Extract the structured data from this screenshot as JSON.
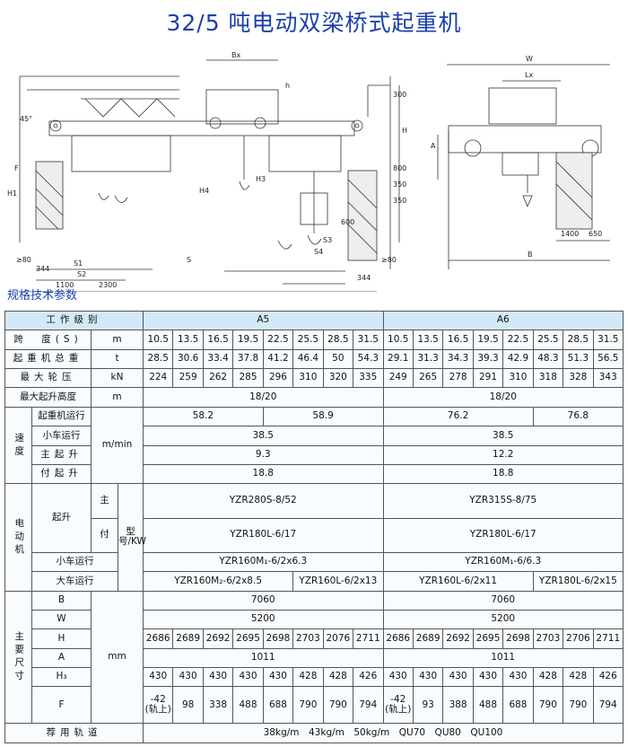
{
  "title": "32/5 吨电动双梁桥式起重机",
  "section_title": "规格技术参数",
  "drawing_labels": {
    "bx": "Bx",
    "h_small": "h",
    "d300": "300",
    "angle": "45°",
    "h_big": "H",
    "f": "F",
    "h1": "H1",
    "h4": "H4",
    "h3": "H3",
    "d800": "800",
    "d350a": "350",
    "d350b": "350",
    "s1": "S1",
    "s2": "S2",
    "d1100": "1100",
    "d2300": "2300",
    "gt80a": "≥80",
    "d344a": "344",
    "s": "S",
    "s3": "S3",
    "d600": "600",
    "s4": "S4",
    "gt80b": "≥80",
    "d344b": "344",
    "w": "W",
    "lx": "Lx",
    "a": "A",
    "d1400": "1400",
    "d650": "650",
    "b": "B"
  },
  "table": {
    "work_level_label": "工作级别",
    "a5": "A5",
    "a6": "A6",
    "span_label": "跨　度(S)",
    "span_unit": "m",
    "spans_a5": [
      "10.5",
      "13.5",
      "16.5",
      "19.5",
      "22.5",
      "25.5",
      "28.5",
      "31.5"
    ],
    "spans_a6": [
      "10.5",
      "13.5",
      "16.5",
      "19.5",
      "22.5",
      "25.5",
      "28.5",
      "31.5"
    ],
    "weight_label": "起重机总重",
    "weight_unit": "t",
    "weight_a5": [
      "28.5",
      "30.6",
      "33.4",
      "37.8",
      "41.2",
      "46.4",
      "50",
      "54.3"
    ],
    "weight_a6": [
      "29.1",
      "31.3",
      "34.3",
      "39.3",
      "42.9",
      "48.3",
      "51.3",
      "56.5"
    ],
    "wheel_label": "最大轮压",
    "wheel_unit": "kN",
    "wheel_a5": [
      "224",
      "259",
      "262",
      "285",
      "296",
      "310",
      "320",
      "335"
    ],
    "wheel_a6": [
      "249",
      "265",
      "278",
      "291",
      "310",
      "318",
      "328",
      "343"
    ],
    "lift_height_label": "最大起升高度",
    "lift_height_unit": "m",
    "lift_height_a5": "18/20",
    "lift_height_a6": "18/20",
    "speed_group": "速度",
    "speed_unit": "m/min",
    "crane_travel_label": "起重机运行",
    "crane_travel_a5": [
      "58.2",
      "58.9"
    ],
    "crane_travel_a6": [
      "76.2",
      "76.8"
    ],
    "trolley_travel_label": "小车运行",
    "trolley_travel_a5": "38.5",
    "trolley_travel_a6": "38.5",
    "main_hoist_label": "主起升",
    "main_hoist_a5": "9.3",
    "main_hoist_a6": "12.2",
    "aux_hoist_label": "付起升",
    "aux_hoist_a5": "18.8",
    "aux_hoist_a6": "18.8",
    "motor_group": "电动机",
    "motor_unit": "型号/KW",
    "hoist_label": "起升",
    "main_label": "主",
    "aux_label": "付",
    "motor_main_a5": "YZR280S-8/52",
    "motor_main_a6": "YZR315S-8/75",
    "motor_aux_a5": "YZR180L-6/17",
    "motor_aux_a6": "YZR180L-6/17",
    "motor_trolley_label": "小车运行",
    "motor_trolley_a5": "YZR160M₁-6/2x6.3",
    "motor_trolley_a6": "YZR160M₁-6/6.3",
    "motor_crane_label": "大车运行",
    "motor_crane_a5": [
      "YZR160M₂-6/2x8.5",
      "YZR160L-6/2x13"
    ],
    "motor_crane_a6": [
      "YZR160L-6/2x11",
      "YZR180L-6/2x15"
    ],
    "dims_group": "主要尺寸",
    "dims_unit": "mm",
    "b_label": "B",
    "b_a5": "7060",
    "b_a6": "7060",
    "w_label": "W",
    "w_a5": "5200",
    "w_a6": "5200",
    "h_label": "H",
    "h_a5": [
      "2686",
      "2689",
      "2692",
      "2695",
      "2698",
      "2703",
      "2076",
      "2711"
    ],
    "h_a6": [
      "2686",
      "2689",
      "2692",
      "2695",
      "2698",
      "2703",
      "2706",
      "2711"
    ],
    "a_label": "A",
    "a_a5": "1011",
    "a_a6": "1011",
    "h3_label": "H₃",
    "h3_a5": [
      "430",
      "430",
      "430",
      "430",
      "430",
      "428",
      "428",
      "426"
    ],
    "h3_a6": [
      "430",
      "430",
      "430",
      "430",
      "430",
      "428",
      "428",
      "426"
    ],
    "f_label": "F",
    "f_a5_first_value": "-42",
    "f_a5_first_note": "(轨上)",
    "f_a5": [
      "98",
      "338",
      "488",
      "688",
      "790",
      "790",
      "794"
    ],
    "f_a6_first_value": "-42",
    "f_a6_first_note": "(轨上)",
    "f_a6": [
      "93",
      "388",
      "488",
      "688",
      "790",
      "790",
      "794"
    ],
    "rail_label": "荐用轨道",
    "rail_value": "38kg/m　43kg/m　50kg/m　QU70　QU80　QU100"
  }
}
